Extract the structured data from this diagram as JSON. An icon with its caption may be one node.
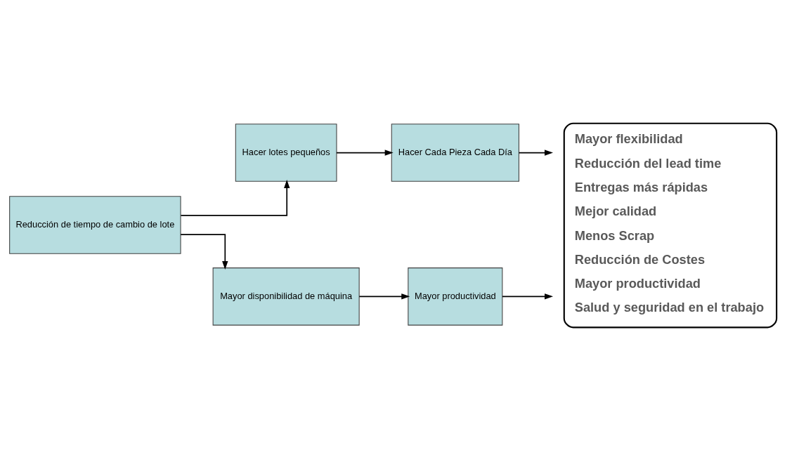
{
  "diagram": {
    "nodes": [
      {
        "text": [
          "Reducción de tiempo de cambio de lote"
        ]
      },
      {
        "text": [
          "Hacer lotes pequeños"
        ]
      },
      {
        "text": [
          "Hacer Cada Pieza Cada Día"
        ]
      },
      {
        "text": [
          "Mayor disponibilidad de máquina"
        ]
      },
      {
        "text": [
          "Mayor productividad"
        ]
      },
      {
        "text": [
          "Mayor flexibilidad",
          "Reducción del lead time",
          "Entregas más rápidas",
          "Mejor calidad",
          "Menos Scrap",
          "Reducción de Costes",
          "Mayor productividad",
          "Salud y seguridad en el trabajo"
        ]
      }
    ],
    "edges": [
      {
        "from": 0,
        "to": 1,
        "arrow": "to"
      },
      {
        "from": 0,
        "to": 3,
        "arrow": "to"
      },
      {
        "from": 1,
        "to": 2,
        "arrow": "to"
      },
      {
        "from": 3,
        "to": 4,
        "arrow": "to"
      },
      {
        "from": 2,
        "to": 5,
        "arrow": "to"
      },
      {
        "from": 4,
        "to": 5,
        "arrow": "to"
      }
    ]
  }
}
